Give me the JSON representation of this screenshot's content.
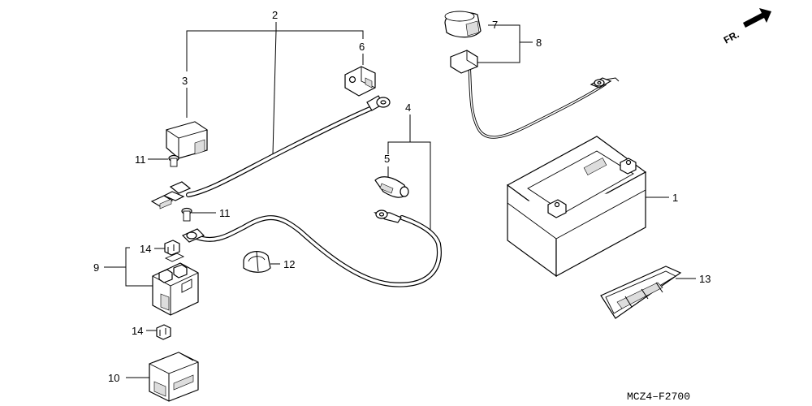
{
  "diagram": {
    "direction_label": "FR.",
    "drawing_code": "MCZ4–F2700",
    "callouts": {
      "c1": "1",
      "c2": "2",
      "c3": "3",
      "c4": "4",
      "c5": "5",
      "c6": "6",
      "c7": "7",
      "c8": "8",
      "c9": "9",
      "c10": "10",
      "c11a": "11",
      "c11b": "11",
      "c12": "12",
      "c13": "13",
      "c14a": "14",
      "c14b": "14"
    }
  }
}
